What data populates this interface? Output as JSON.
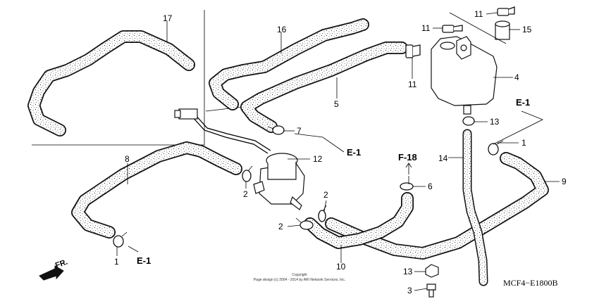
{
  "callouts": {
    "p1a": "1",
    "p1b": "1",
    "p2a": "2",
    "p2b": "2",
    "p2c": "2",
    "p3": "3",
    "p4": "4",
    "p5": "5",
    "p6": "6",
    "p7": "7",
    "p8": "8",
    "p9": "9",
    "p10": "10",
    "p11a": "11",
    "p11b": "11",
    "p11c": "11",
    "p12": "12",
    "p13a": "13",
    "p13b": "13",
    "p14": "14",
    "p15": "15",
    "p16": "16",
    "p17": "17"
  },
  "refs": {
    "e1_top": "E-1",
    "e1_mid": "E-1",
    "e1_bottom": "E-1",
    "f18": "F-18"
  },
  "front_label": "FR.",
  "diagram_code": "MCF4−E1800B",
  "copyright": {
    "line1": "Copyright",
    "line2": "Page design (c) 2004 - 2014 by ARI Network Services, Inc."
  }
}
